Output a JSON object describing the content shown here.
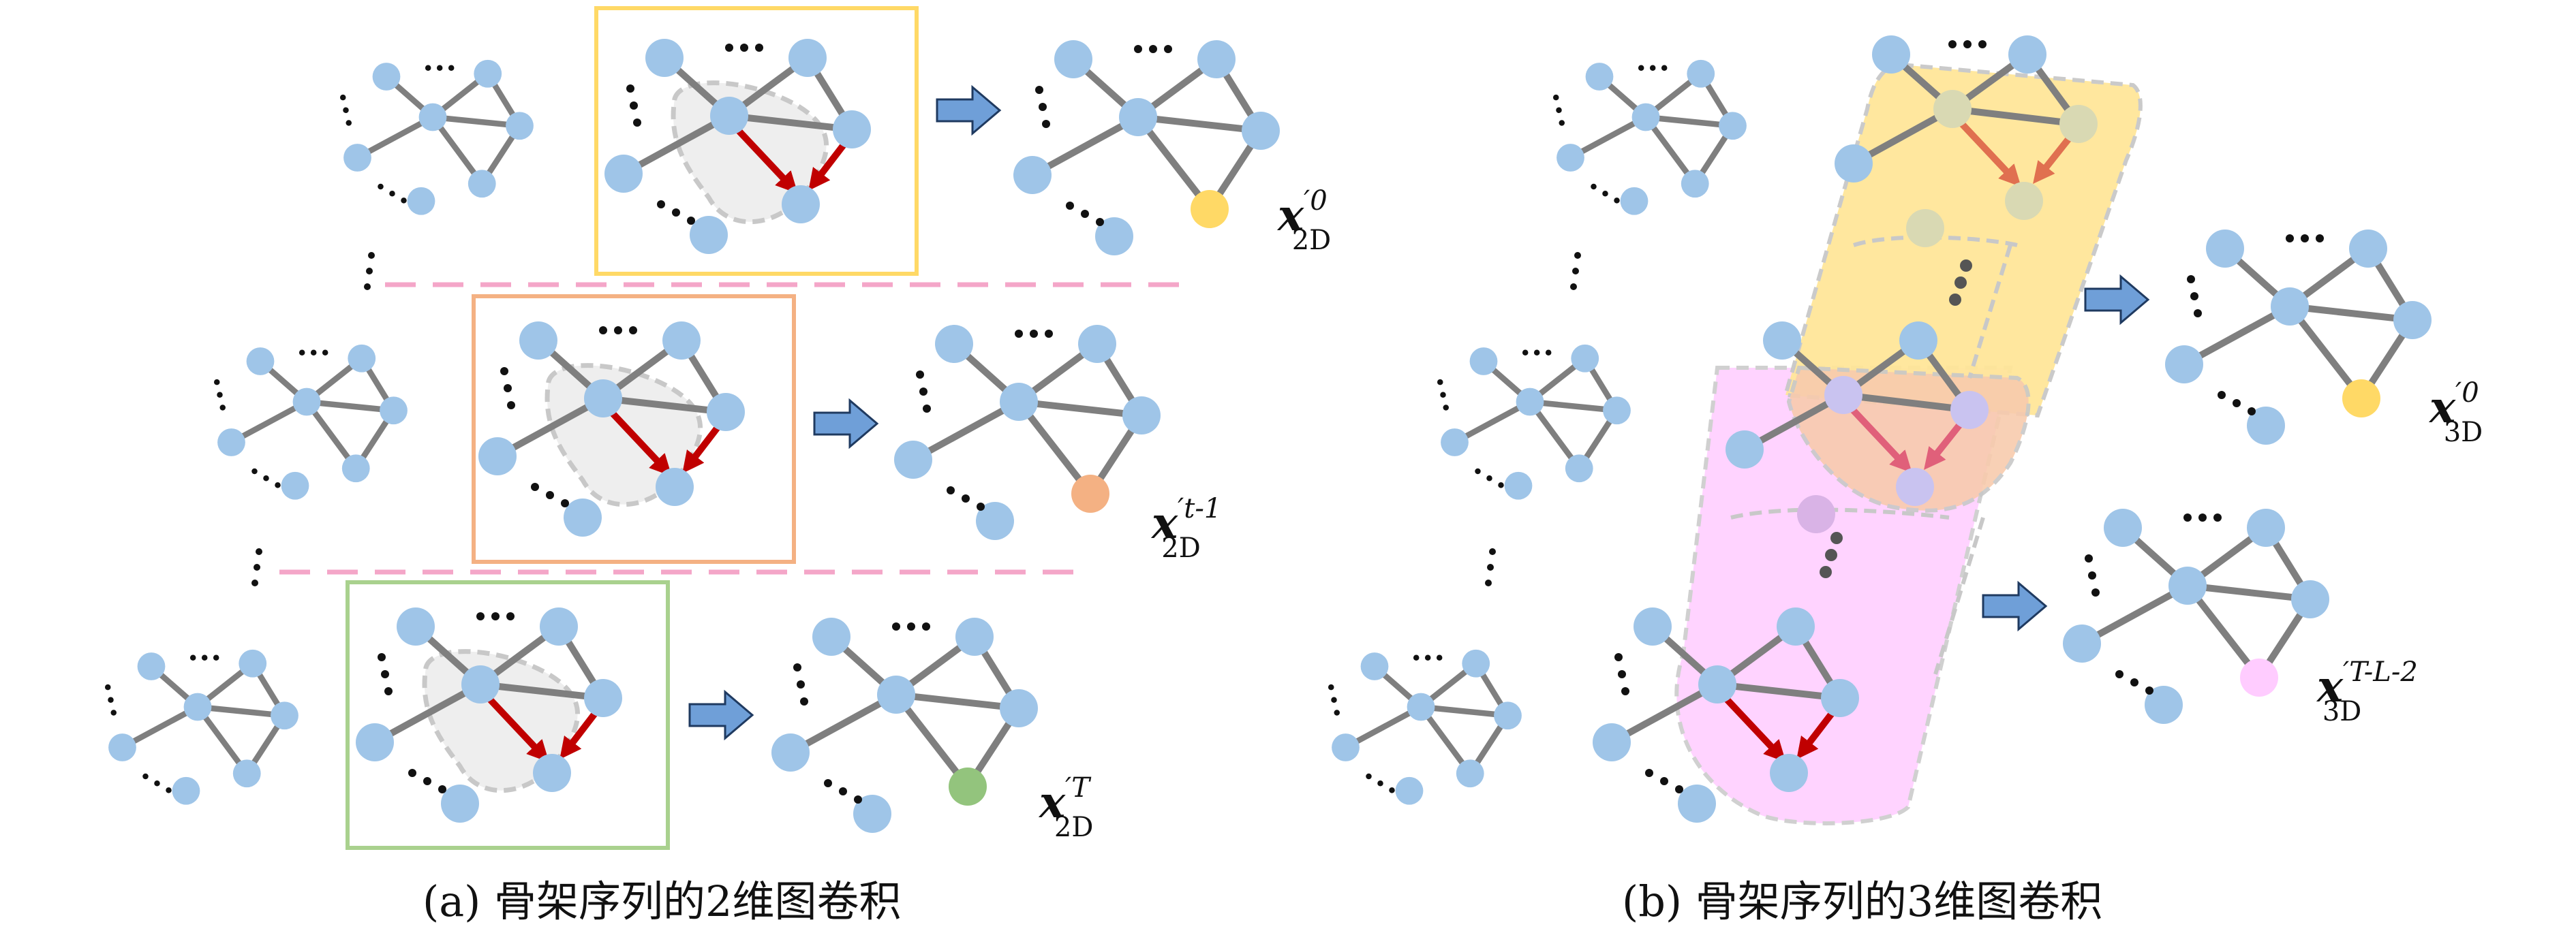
{
  "captions": {
    "a": "(a) 骨架序列的2维图卷积",
    "b": "(b) 骨架序列的3维图卷积"
  },
  "labels": {
    "x0_2d": {
      "base": "x",
      "prime_sup": "′0",
      "sub": "2D"
    },
    "xt1_2d": {
      "base": "x",
      "prime_sup": "′t-1",
      "sub": "2D"
    },
    "xT_2d": {
      "base": "x",
      "prime_sup": "′T",
      "sub": "2D"
    },
    "x0_3d": {
      "base": "x",
      "prime_sup": "′0",
      "sub": "3D"
    },
    "xTL_3d": {
      "base": "x",
      "prime_sup": "′T-L-2",
      "sub": "3D"
    }
  },
  "ellipsis": "···",
  "colors": {
    "node": "#9fc5e8",
    "edge": "#7f7f7f",
    "red_arrow": "#c00000",
    "block_arrow": "#6f9fd8",
    "frame_yellow": "#ffd966",
    "frame_orange": "#f4b183",
    "frame_green": "#a9d18e",
    "out_yellow": "#ffd966",
    "out_orange": "#f4b183",
    "out_green": "#93c47d",
    "out_pink": "#ffccff",
    "separator": "#f4a6c8",
    "region_yellow": "#ffe699",
    "region_orange": "#f8cbad",
    "region_pink": "#ffccff"
  }
}
